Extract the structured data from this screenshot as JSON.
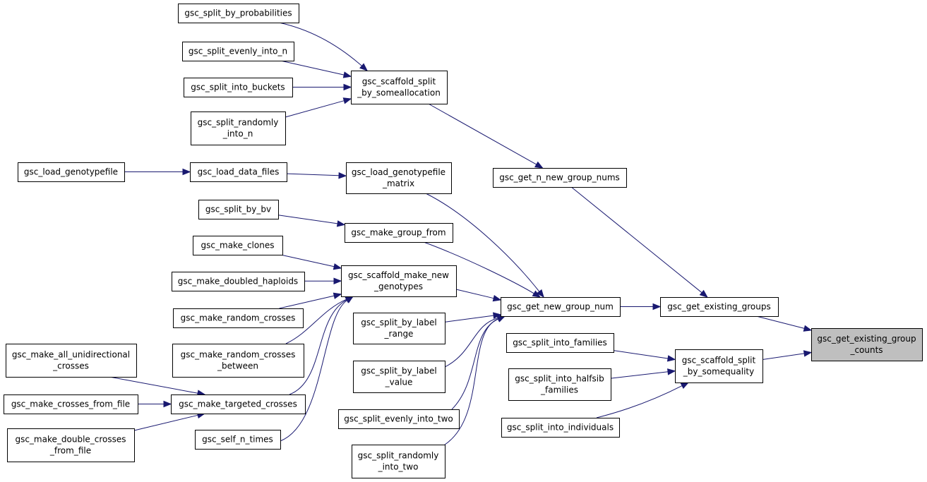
{
  "nodes": {
    "split_by_probabilities": "gsc_split_by_probabilities",
    "split_evenly_into_n": "gsc_split_evenly_into_n",
    "split_into_buckets": "gsc_split_into_buckets",
    "split_randomly_into_n": [
      "gsc_split_randomly",
      "_into_n"
    ],
    "scaffold_split_by_someallocation": [
      "gsc_scaffold_split",
      "_by_someallocation"
    ],
    "load_genotypefile": "gsc_load_genotypefile",
    "load_data_files": "gsc_load_data_files",
    "load_genotypefile_matrix": [
      "gsc_load_genotypefile",
      "_matrix"
    ],
    "get_n_new_group_nums": "gsc_get_n_new_group_nums",
    "split_by_bv": "gsc_split_by_bv",
    "make_group_from": "gsc_make_group_from",
    "make_clones": "gsc_make_clones",
    "make_doubled_haploids": "gsc_make_doubled_haploids",
    "scaffold_make_new_genotypes": [
      "gsc_scaffold_make_new",
      "_genotypes"
    ],
    "make_random_crosses": "gsc_make_random_crosses",
    "get_new_group_num": "gsc_get_new_group_num",
    "get_existing_groups": "gsc_get_existing_groups",
    "split_by_label_range": [
      "gsc_split_by_label",
      "_range"
    ],
    "split_into_families": "gsc_split_into_families",
    "get_existing_group_counts": [
      "gsc_get_existing_group",
      "_counts"
    ],
    "make_all_unidirectional_crosses": [
      "gsc_make_all_unidirectional",
      "_crosses"
    ],
    "make_random_crosses_between": [
      "gsc_make_random_crosses",
      "_between"
    ],
    "scaffold_split_by_somequality": [
      "gsc_scaffold_split",
      "_by_somequality"
    ],
    "split_by_label_value": [
      "gsc_split_by_label",
      "_value"
    ],
    "split_into_halfsib_families": [
      "gsc_split_into_halfsib",
      "_families"
    ],
    "make_crosses_from_file": "gsc_make_crosses_from_file",
    "make_targeted_crosses": "gsc_make_targeted_crosses",
    "split_evenly_into_two": "gsc_split_evenly_into_two",
    "split_into_individuals": "gsc_split_into_individuals",
    "make_double_crosses_from_file": [
      "gsc_make_double_crosses",
      "_from_file"
    ],
    "self_n_times": "gsc_self_n_times",
    "split_randomly_into_two": [
      "gsc_split_randomly",
      "_into_two"
    ]
  },
  "edges": [
    [
      "split_by_probabilities",
      "scaffold_split_by_someallocation"
    ],
    [
      "split_evenly_into_n",
      "scaffold_split_by_someallocation"
    ],
    [
      "split_into_buckets",
      "scaffold_split_by_someallocation"
    ],
    [
      "split_randomly_into_n",
      "scaffold_split_by_someallocation"
    ],
    [
      "scaffold_split_by_someallocation",
      "get_n_new_group_nums"
    ],
    [
      "load_genotypefile",
      "load_data_files"
    ],
    [
      "load_data_files",
      "load_genotypefile_matrix"
    ],
    [
      "load_genotypefile_matrix",
      "get_new_group_num"
    ],
    [
      "get_n_new_group_nums",
      "get_existing_groups"
    ],
    [
      "split_by_bv",
      "make_group_from"
    ],
    [
      "make_group_from",
      "get_new_group_num"
    ],
    [
      "make_clones",
      "scaffold_make_new_genotypes"
    ],
    [
      "make_doubled_haploids",
      "scaffold_make_new_genotypes"
    ],
    [
      "make_random_crosses",
      "scaffold_make_new_genotypes"
    ],
    [
      "make_random_crosses_between",
      "scaffold_make_new_genotypes"
    ],
    [
      "make_targeted_crosses",
      "scaffold_make_new_genotypes"
    ],
    [
      "self_n_times",
      "scaffold_make_new_genotypes"
    ],
    [
      "scaffold_make_new_genotypes",
      "get_new_group_num"
    ],
    [
      "split_by_label_range",
      "get_new_group_num"
    ],
    [
      "split_by_label_value",
      "get_new_group_num"
    ],
    [
      "split_evenly_into_two",
      "get_new_group_num"
    ],
    [
      "split_randomly_into_two",
      "get_new_group_num"
    ],
    [
      "get_new_group_num",
      "get_existing_groups"
    ],
    [
      "get_existing_groups",
      "get_existing_group_counts"
    ],
    [
      "split_into_families",
      "scaffold_split_by_somequality"
    ],
    [
      "split_into_halfsib_families",
      "scaffold_split_by_somequality"
    ],
    [
      "split_into_individuals",
      "scaffold_split_by_somequality"
    ],
    [
      "scaffold_split_by_somequality",
      "get_existing_group_counts"
    ],
    [
      "make_all_unidirectional_crosses",
      "make_targeted_crosses"
    ],
    [
      "make_crosses_from_file",
      "make_targeted_crosses"
    ],
    [
      "make_double_crosses_from_file",
      "make_targeted_crosses"
    ]
  ],
  "colors": {
    "edge": "#191970",
    "target_fill": "#bfbfbf"
  }
}
